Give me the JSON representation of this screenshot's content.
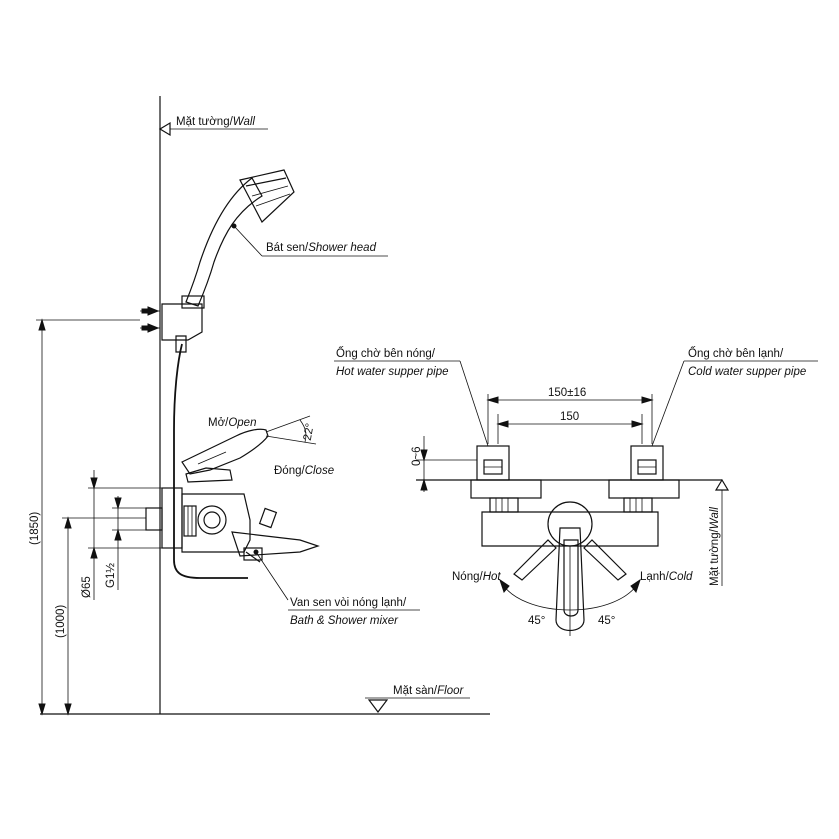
{
  "side_view": {
    "wall_label": "Mặt tường/",
    "wall_label_it": "Wall",
    "shower_head_label": "Bát sen/",
    "shower_head_label_it": "Shower head",
    "open_label": "Mở/",
    "open_label_it": "Open",
    "close_label": "Đóng/",
    "close_label_it": "Close",
    "angle_22": "22°",
    "mixer_label_1": "Van sen vòi nóng lạnh/",
    "mixer_label_2": "Bath & Shower mixer",
    "floor_label": "Mặt sàn/",
    "floor_label_it": "Floor",
    "dim_1850": "(1850)",
    "dim_1000": "(1000)",
    "dim_65": "Ø65",
    "dim_g12": "G1½"
  },
  "front_view": {
    "hot_pipe_1": "Ống chờ bên nóng/",
    "hot_pipe_2": "Hot water supper pipe",
    "cold_pipe_1": "Ống chờ bên lạnh/",
    "cold_pipe_2": "Cold water supper pipe",
    "dim_150_tol": "150±16",
    "dim_150": "150",
    "dim_0_6": "0~6",
    "wall_label": "Mặt tường/",
    "wall_label_it": "Wall",
    "hot_label": "Nóng/",
    "hot_label_it": "Hot",
    "cold_label": "Lạnh/",
    "cold_label_it": "Cold",
    "angle_left": "45°",
    "angle_right": "45°"
  }
}
